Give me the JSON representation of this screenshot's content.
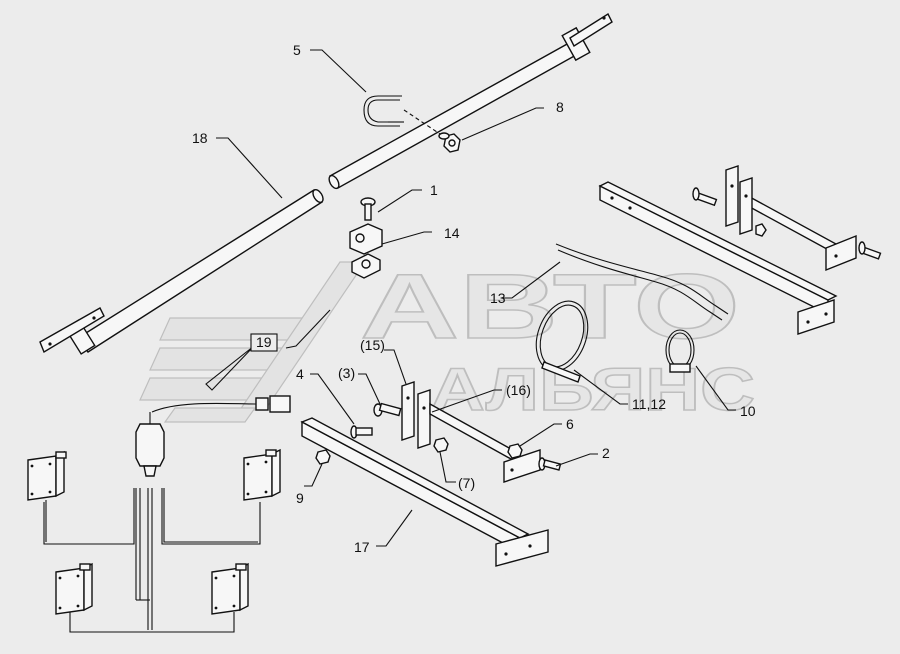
{
  "watermark": {
    "line1": "АВТО",
    "line2": "АЛЬЯНС"
  },
  "callouts": [
    {
      "id": "c1",
      "text": "1"
    },
    {
      "id": "c2",
      "text": "2"
    },
    {
      "id": "c3",
      "text": "(3)"
    },
    {
      "id": "c4",
      "text": "4"
    },
    {
      "id": "c5",
      "text": "5"
    },
    {
      "id": "c6",
      "text": "6"
    },
    {
      "id": "c7",
      "text": "(7)"
    },
    {
      "id": "c8",
      "text": "8"
    },
    {
      "id": "c9",
      "text": "9"
    },
    {
      "id": "c10",
      "text": "10"
    },
    {
      "id": "c11",
      "text": "11,12"
    },
    {
      "id": "c13",
      "text": "13"
    },
    {
      "id": "c14",
      "text": "14"
    },
    {
      "id": "c15",
      "text": "(15)"
    },
    {
      "id": "c16",
      "text": "(16)"
    },
    {
      "id": "c17",
      "text": "17"
    },
    {
      "id": "c18",
      "text": "18"
    },
    {
      "id": "c19",
      "text": "19"
    }
  ]
}
